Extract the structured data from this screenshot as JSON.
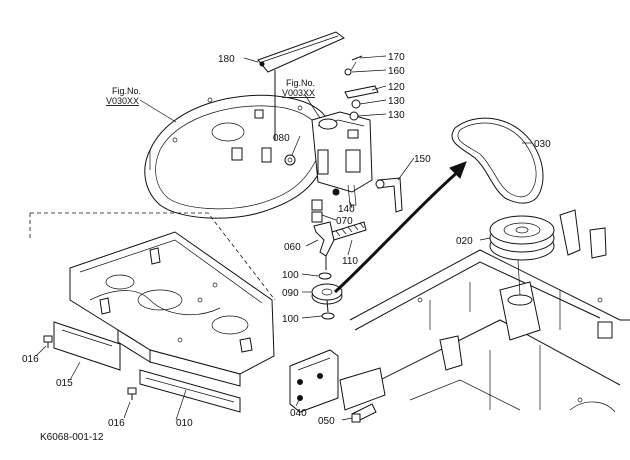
{
  "figure_code": "K6068-001-12",
  "fig_refs": [
    {
      "id": "fig-v030",
      "line1": "Fig.No.",
      "line2": "V030XX"
    },
    {
      "id": "fig-v003",
      "line1": "Fig.No.",
      "line2": "V003XX"
    }
  ],
  "labels": {
    "p010": "010",
    "p015": "015",
    "p016a": "016",
    "p016b": "016",
    "p020": "020",
    "p030": "030",
    "p040": "040",
    "p050": "050",
    "p060": "060",
    "p070": "070",
    "p080": "080",
    "p090": "090",
    "p100a": "100",
    "p100b": "100",
    "p110": "110",
    "p120": "120",
    "p130a": "130",
    "p130b": "130",
    "p140": "140",
    "p150": "150",
    "p160": "160",
    "p170": "170",
    "p180": "180"
  }
}
